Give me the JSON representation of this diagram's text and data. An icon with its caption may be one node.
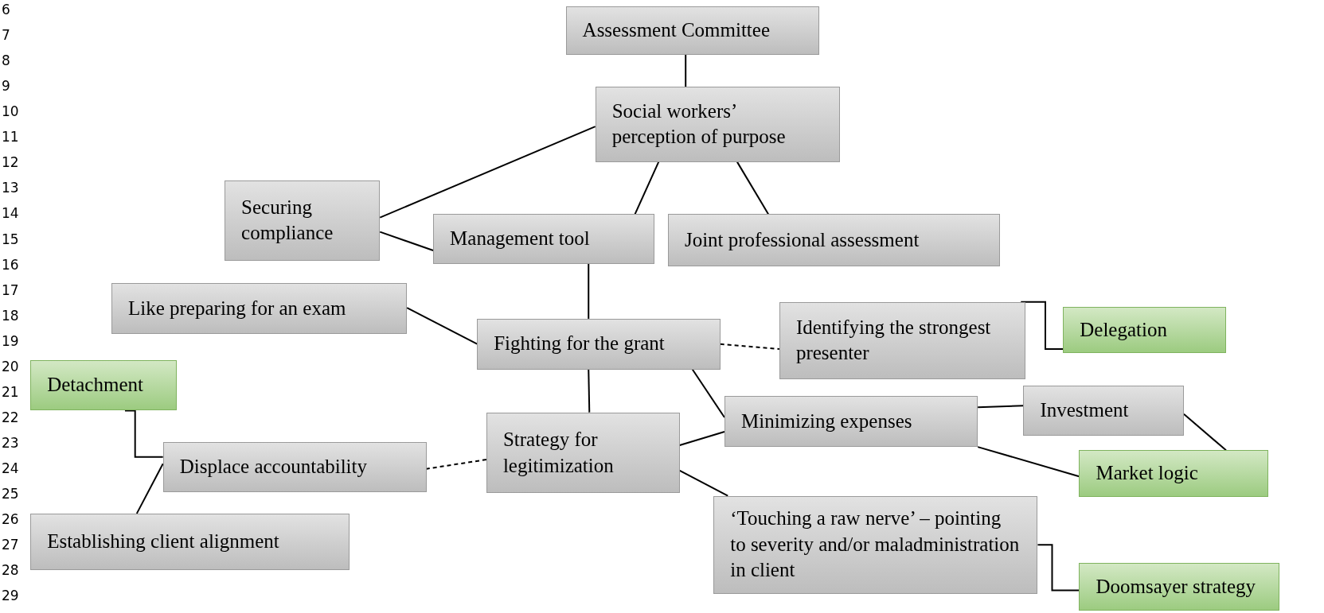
{
  "diagram": {
    "nodes": [
      {
        "text": [
          "Assessment Committee"
        ]
      },
      {
        "text": [
          "Social workers’ perception of purpose"
        ]
      },
      {
        "text": [
          "Securing compliance"
        ]
      },
      {
        "text": [
          "Management tool"
        ]
      },
      {
        "text": [
          "Joint professional assessment"
        ]
      },
      {
        "text": [
          "Like preparing for an exam"
        ]
      },
      {
        "text": [
          "Fighting for the grant"
        ]
      },
      {
        "text": [
          "Identifying the strongest presenter"
        ]
      },
      {
        "text": [
          "Delegation"
        ]
      },
      {
        "text": [
          "Detachment"
        ]
      },
      {
        "text": [
          "Minimizing expenses"
        ]
      },
      {
        "text": [
          "Investment"
        ]
      },
      {
        "text": [
          "Strategy for legitimization"
        ]
      },
      {
        "text": [
          "Displace accountability"
        ]
      },
      {
        "text": [
          "Market logic"
        ]
      },
      {
        "text": [
          "Establishing client alignment"
        ]
      },
      {
        "text": [
          "‘Touching a raw nerve’ – pointing to severity and/or maladministration in client"
        ]
      },
      {
        "text": [
          "Doomsayer strategy"
        ]
      }
    ],
    "edges": [
      {
        "from": 0,
        "to": 1,
        "arrow": "none"
      },
      {
        "from": 1,
        "to": 2,
        "arrow": "none"
      },
      {
        "from": 1,
        "to": 3,
        "arrow": "none"
      },
      {
        "from": 1,
        "to": 4,
        "arrow": "none"
      },
      {
        "from": 2,
        "to": 3,
        "arrow": "none"
      },
      {
        "from": 3,
        "to": 6,
        "arrow": "none"
      },
      {
        "from": 5,
        "to": 6,
        "arrow": "none"
      },
      {
        "from": 6,
        "to": 7,
        "arrow": "none",
        "style": "dashed"
      },
      {
        "from": 7,
        "to": 8,
        "arrow": "none"
      },
      {
        "from": 6,
        "to": 10,
        "arrow": "none"
      },
      {
        "from": 6,
        "to": 12,
        "arrow": "none"
      },
      {
        "from": 12,
        "to": 10,
        "arrow": "none"
      },
      {
        "from": 12,
        "to": 13,
        "arrow": "none",
        "style": "dashed"
      },
      {
        "from": 13,
        "to": 9,
        "arrow": "none"
      },
      {
        "from": 13,
        "to": 15,
        "arrow": "none"
      },
      {
        "from": 10,
        "to": 11,
        "arrow": "none"
      },
      {
        "from": 10,
        "to": 14,
        "arrow": "none"
      },
      {
        "from": 11,
        "to": 14,
        "arrow": "none"
      },
      {
        "from": 12,
        "to": 16,
        "arrow": "none"
      },
      {
        "from": 16,
        "to": 17,
        "arrow": "none"
      }
    ],
    "labels": [
      "6",
      "7",
      "8",
      "9",
      "10",
      "11",
      "12",
      "13",
      "14",
      "15",
      "16",
      "17",
      "18",
      "19",
      "20",
      "21",
      "22",
      "23",
      "24",
      "25",
      "26",
      "27",
      "28",
      "29"
    ]
  }
}
